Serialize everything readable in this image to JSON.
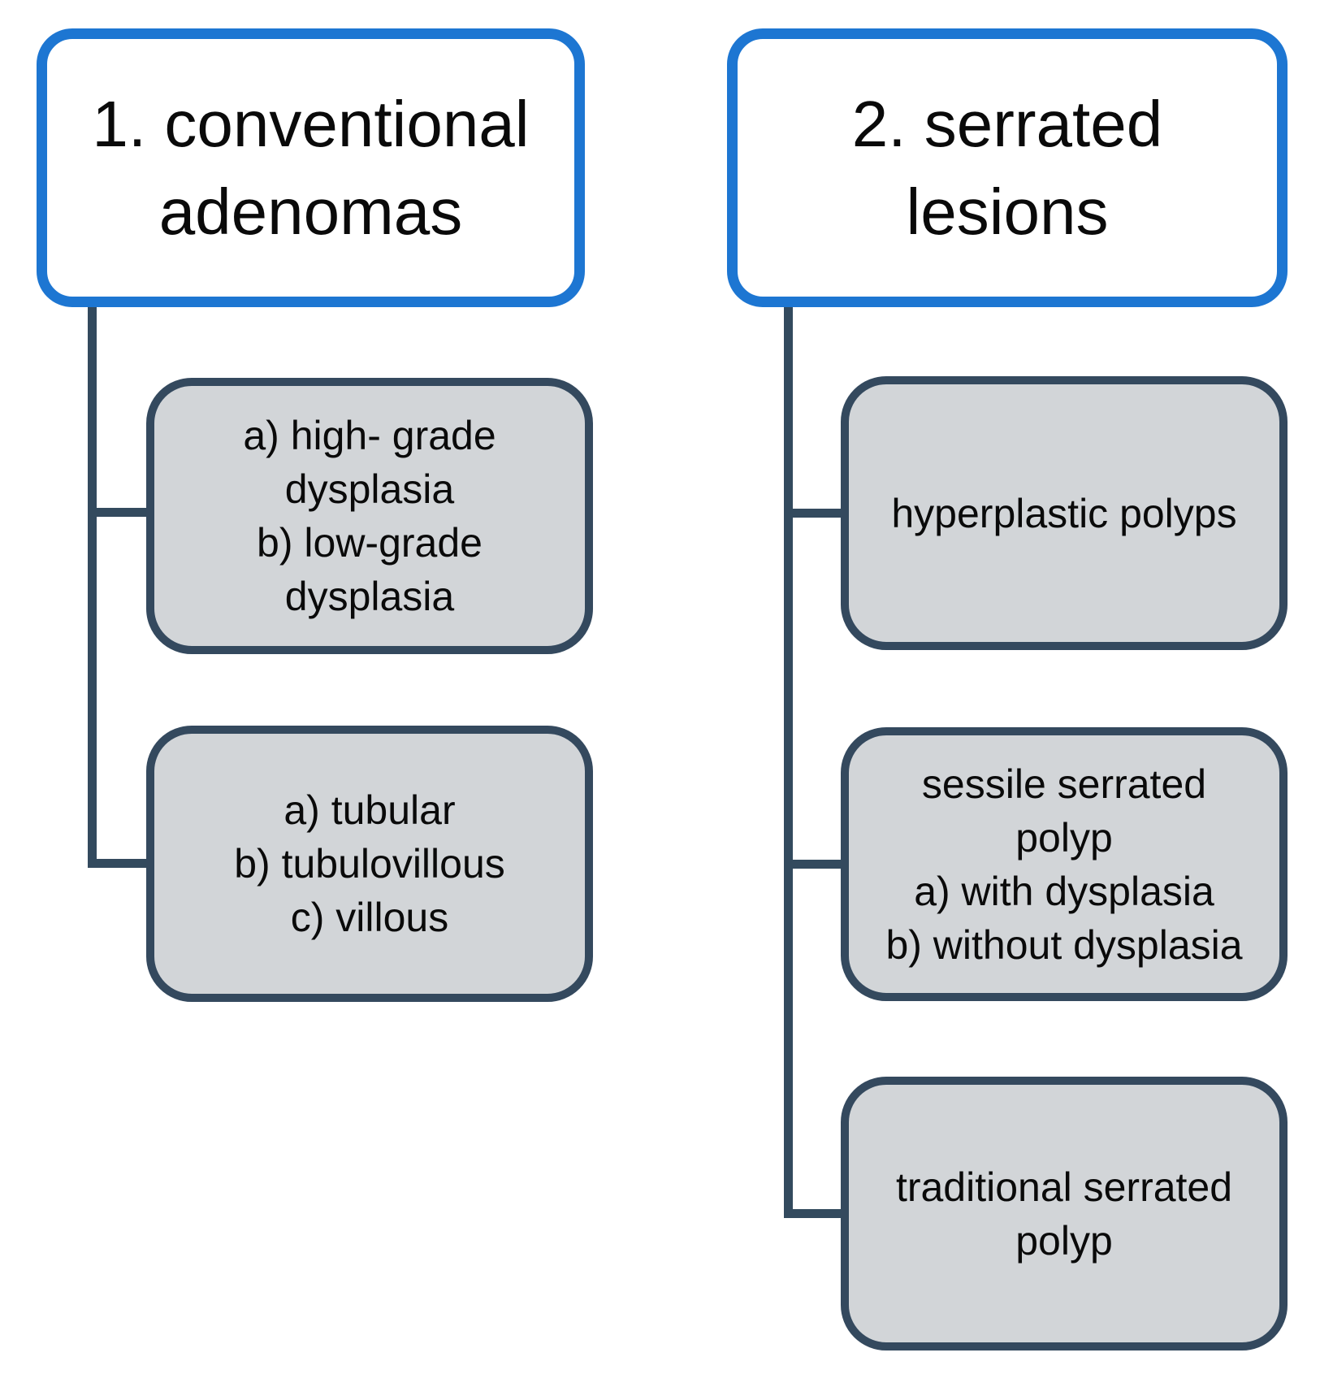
{
  "diagram": {
    "type": "classification-tree",
    "subject": "polyp classification"
  },
  "colors": {
    "root_border": "#1d76d2",
    "child_border": "#34495e",
    "child_fill": "#d2d5d8",
    "connector": "#334a5e",
    "text": "#0a0a0a",
    "page_bg": "#ffffff"
  },
  "tree": {
    "columns": [
      {
        "root": {
          "label": "1. conventional\nadenomas"
        },
        "children": [
          {
            "label": "a) high- grade\ndysplasia\nb) low-grade\ndysplasia"
          },
          {
            "label": "a) tubular\nb) tubulovillous\nc) villous"
          }
        ]
      },
      {
        "root": {
          "label": "2. serrated\nlesions"
        },
        "children": [
          {
            "label": "hyperplastic polyps"
          },
          {
            "label": "sessile serrated\npolyp\na) with dysplasia\nb) without dysplasia"
          },
          {
            "label": "traditional serrated\npolyp"
          }
        ]
      }
    ]
  }
}
